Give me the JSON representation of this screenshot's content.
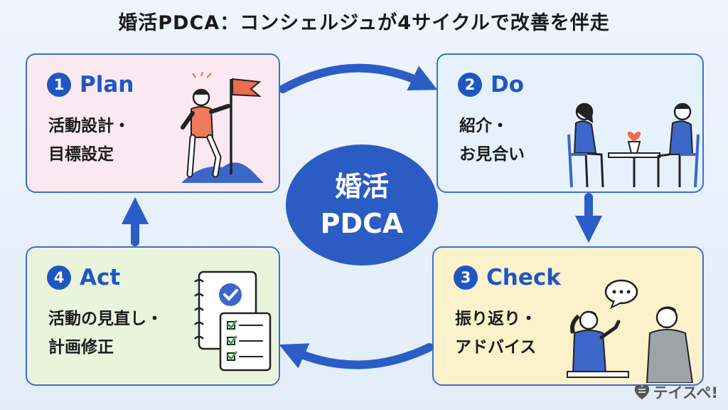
{
  "title": "婚活PDCA：コンシェルジュが4サイクルで改善を伴走",
  "center": {
    "line1": "婚活",
    "line2": "PDCA"
  },
  "steps": [
    {
      "num": "1",
      "name": "Plan",
      "lines": [
        "活動設計・",
        "目標設定"
      ],
      "illustration": "climber-with-flag-icon"
    },
    {
      "num": "2",
      "name": "Do",
      "lines": [
        "紹介・",
        "お見合い"
      ],
      "illustration": "couple-at-cafe-table-icon"
    },
    {
      "num": "3",
      "name": "Check",
      "lines": [
        "振り返り・",
        "アドバイス"
      ],
      "illustration": "advisor-consultation-icon"
    },
    {
      "num": "4",
      "name": "Act",
      "lines": [
        "活動の見直し・",
        "計画修正"
      ],
      "illustration": "checklist-notebook-icon"
    }
  ],
  "logo": {
    "text": "テイスペ!"
  },
  "colors": {
    "accent": "#1f56c2",
    "plan_bg": "#fbe9f1",
    "do_bg": "#e6f2fb",
    "check_bg": "#fbf1cb",
    "act_bg": "#e9f4dc",
    "arrow": "#2a5ec6"
  }
}
